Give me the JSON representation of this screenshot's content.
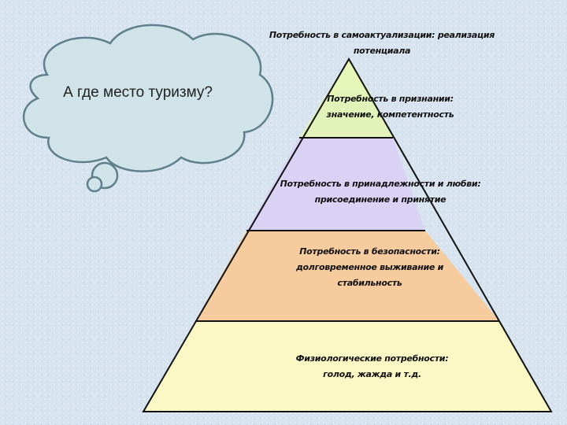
{
  "thought_bubble": {
    "text": "А где место туризму?"
  },
  "pyramid": {
    "levels": [
      {
        "text": "Потребность в самоактуализации: реализация потенциала",
        "color": "#e6f5b8"
      },
      {
        "text": "Потребность в признании: значение, компетентность",
        "color": "#e3f2b9"
      },
      {
        "text": "Потребность в принадлежности и любви: присоединение и принятие",
        "color": "#d9d2f4"
      },
      {
        "text": "Потребность в безопасности: долговременное выживание и стабильность",
        "color": "#f6cc9f"
      },
      {
        "text": "Физиологические потребности: голод, жажда и т.д.",
        "color": "#fbf8c6"
      }
    ]
  }
}
